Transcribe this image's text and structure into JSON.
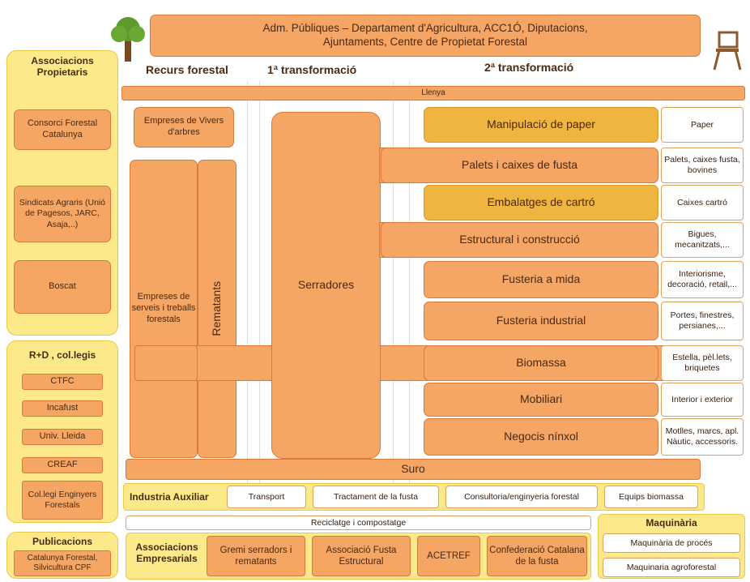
{
  "top_banner": {
    "line1": "Adm. Públiques – Departament d'Agricultura, ACC1Ó, Diputacions,",
    "line2": "Ajuntaments, Centre de Propietat Forestal"
  },
  "column_headers": {
    "recurs": "Recurs forestal",
    "primera": "1ª transformació",
    "segona": "2ª transformació"
  },
  "left_panel": {
    "title": "Associacions Propietaris",
    "items": [
      "Consorci Forestal Catalunya",
      "Sindicats Agraris (Unió de Pagesos, JARC, Asaja,..)",
      "Boscat"
    ]
  },
  "rd_panel": {
    "title": "R+D , col.legis",
    "items": [
      "CTFC",
      "Incafust",
      "Univ. Lleida",
      "CREAF",
      "Col.legi Enginyers Forestals"
    ]
  },
  "publicacions_panel": {
    "title": "Publicacions",
    "item": "Catalunya Forestal, Silvicultura CPF"
  },
  "llenya": "Llenya",
  "vivers": "Empreses de Vivers d'arbres",
  "empreses_serveis": "Empreses de serveis i treballs forestals",
  "rematants": "Rematants",
  "serradores": "Serradores",
  "sectors": [
    {
      "label": "Manipulació de paper",
      "product": "Paper"
    },
    {
      "label": "Palets i caixes de fusta",
      "product": "Palets, caixes fusta, bovines"
    },
    {
      "label": "Embalatges de cartró",
      "product": "Caixes cartró"
    },
    {
      "label": "Estructural i construcció",
      "product": "Bigues, mecanitzats,..."
    },
    {
      "label": "Fusteria a mida",
      "product": "Interiorisme, decoració, retail,..."
    },
    {
      "label": "Fusteria industrial",
      "product": "Portes, finestres, persianes,..."
    },
    {
      "label": "Biomassa",
      "product": "Estella, pèl.lets, briquetes"
    },
    {
      "label": "Mobiliari",
      "product": "Interior i exterior"
    },
    {
      "label": "Negocis nínxol",
      "product": "Motlles, marcs, apl. Nàutic, accessoris."
    }
  ],
  "suro": "Suro",
  "industria_auxiliar": {
    "title": "Industria Auxiliar",
    "items": [
      "Transport",
      "Tractament de la fusta",
      "Consultoria/enginyeria forestal",
      "Equips biomassa"
    ]
  },
  "reciclatge": "Reciclatge i compostatge",
  "associacions_empresarials": {
    "title": "Associacions Empresarials",
    "items": [
      "Gremi serradors i rematants",
      "Associació Fusta Estructural",
      "ACETREF",
      "Confederació Catalana de la fusta"
    ]
  },
  "maquinaria": {
    "title": "Maquinària",
    "items": [
      "Maquinària de procés",
      "Maquinaria agroforestal"
    ]
  },
  "colors": {
    "orange": "#f5a564",
    "gold": "#f0b440",
    "yellow_panel": "#fde98a"
  },
  "icons": [
    "tree-icon",
    "chair-icon"
  ]
}
